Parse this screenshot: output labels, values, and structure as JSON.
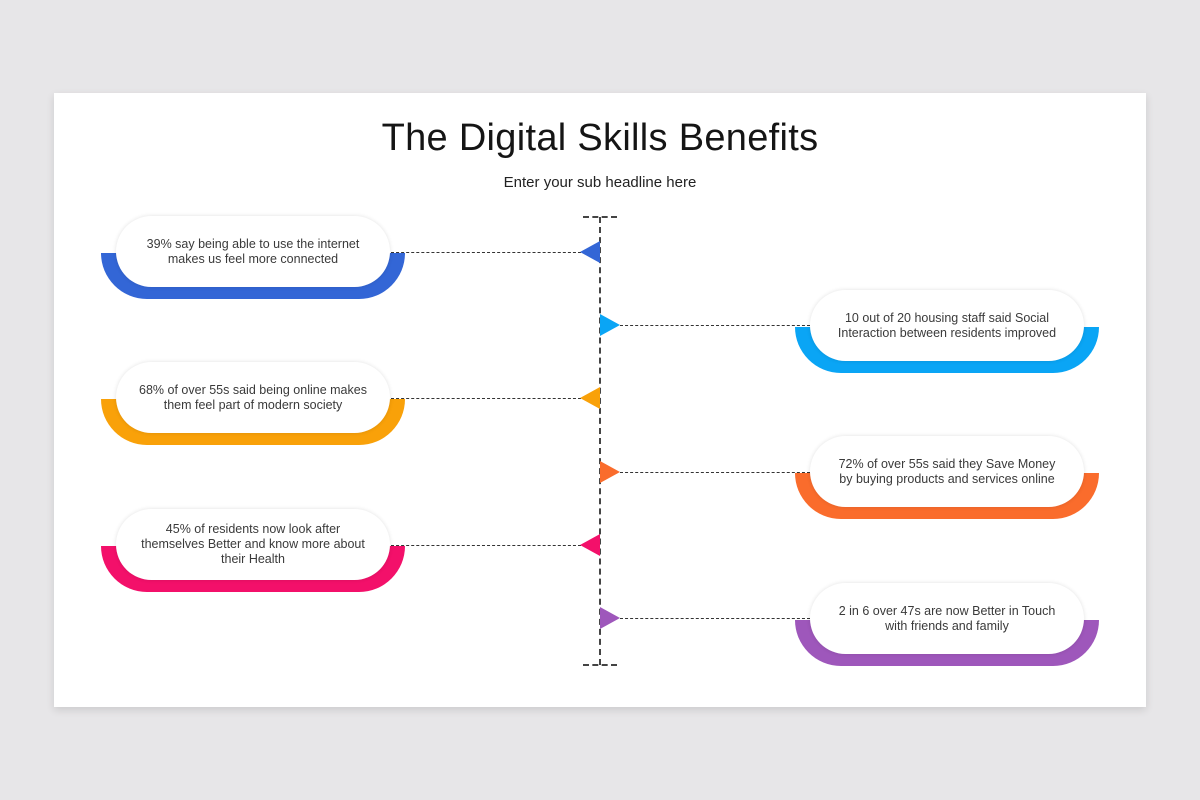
{
  "slide": {
    "title": "The Digital Skills Benefits",
    "subtitle": "Enter your sub headline here"
  },
  "items": [
    {
      "side": "left",
      "color": "#3366D6",
      "text": "39% say being able to use the internet makes us feel more connected"
    },
    {
      "side": "right",
      "color": "#0AA5F5",
      "text": "10 out of 20 housing staff said Social Interaction between residents improved"
    },
    {
      "side": "left",
      "color": "#F9A109",
      "text": "68% of over 55s said being online makes them feel part of modern society"
    },
    {
      "side": "right",
      "color": "#FA6C2C",
      "text": "72% of over 55s said they Save Money by buying products and services online"
    },
    {
      "side": "left",
      "color": "#F3106A",
      "text": "45% of residents now look after themselves Better and know more about their Health"
    },
    {
      "side": "right",
      "color": "#9E57BB",
      "text": "2 in 6 over 47s are now Better in Touch with friends and family"
    }
  ]
}
